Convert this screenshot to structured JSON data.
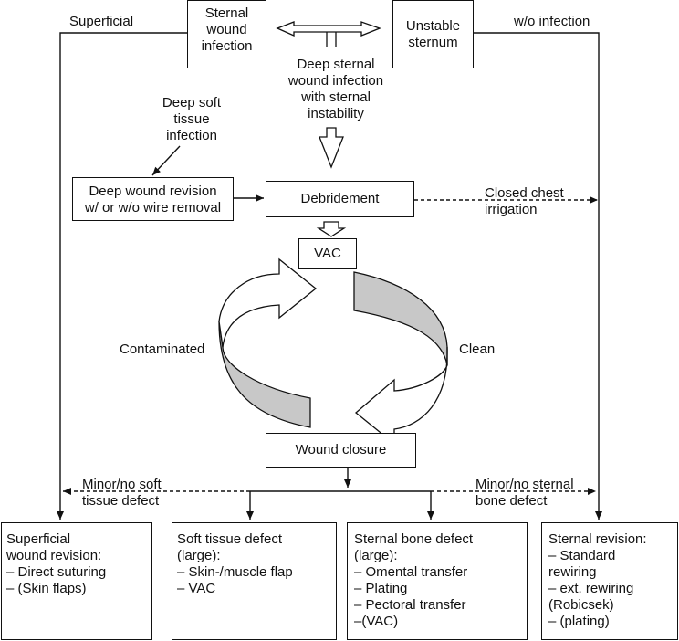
{
  "nodes": {
    "sternal_wound_infection": "Sternal\nwound\ninfection",
    "unstable_sternum": "Unstable\nsternum",
    "deep_wound_revision": "Deep wound revision\nw/ or w/o wire removal",
    "debridement": "Debridement",
    "vac": "VAC",
    "wound_closure": "Wound closure",
    "superficial_revision": "Superficial\nwound revision:\n– Direct suturing\n– (Skin flaps)",
    "soft_tissue_defect": "Soft tissue defect\n(large):\n– Skin-/muscle flap\n– VAC",
    "sternal_bone_defect": "Sternal bone defect\n(large):\n– Omental transfer\n– Plating\n– Pectoral transfer\n–(VAC)",
    "sternal_revision": "Sternal revision:\n– Standard\n   rewiring\n– ext. rewiring\n   (Robicsek)\n– (plating)"
  },
  "labels": {
    "superficial": "Superficial",
    "wo_infection": "w/o infection",
    "deep_soft_tissue": "Deep soft\ntissue\ninfection",
    "deep_sternal_instability": "Deep sternal\nwound infection\nwith sternal\ninstability",
    "closed_chest_irrigation": "Closed chest\nirrigation",
    "contaminated": "Contaminated",
    "clean": "Clean",
    "minor_soft_tissue": "Minor/no soft\ntissue defect",
    "minor_sternal_bone": "Minor/no sternal\nbone defect"
  },
  "colors": {
    "stroke": "#111111",
    "cycle_fill": "#c8c8c8"
  }
}
